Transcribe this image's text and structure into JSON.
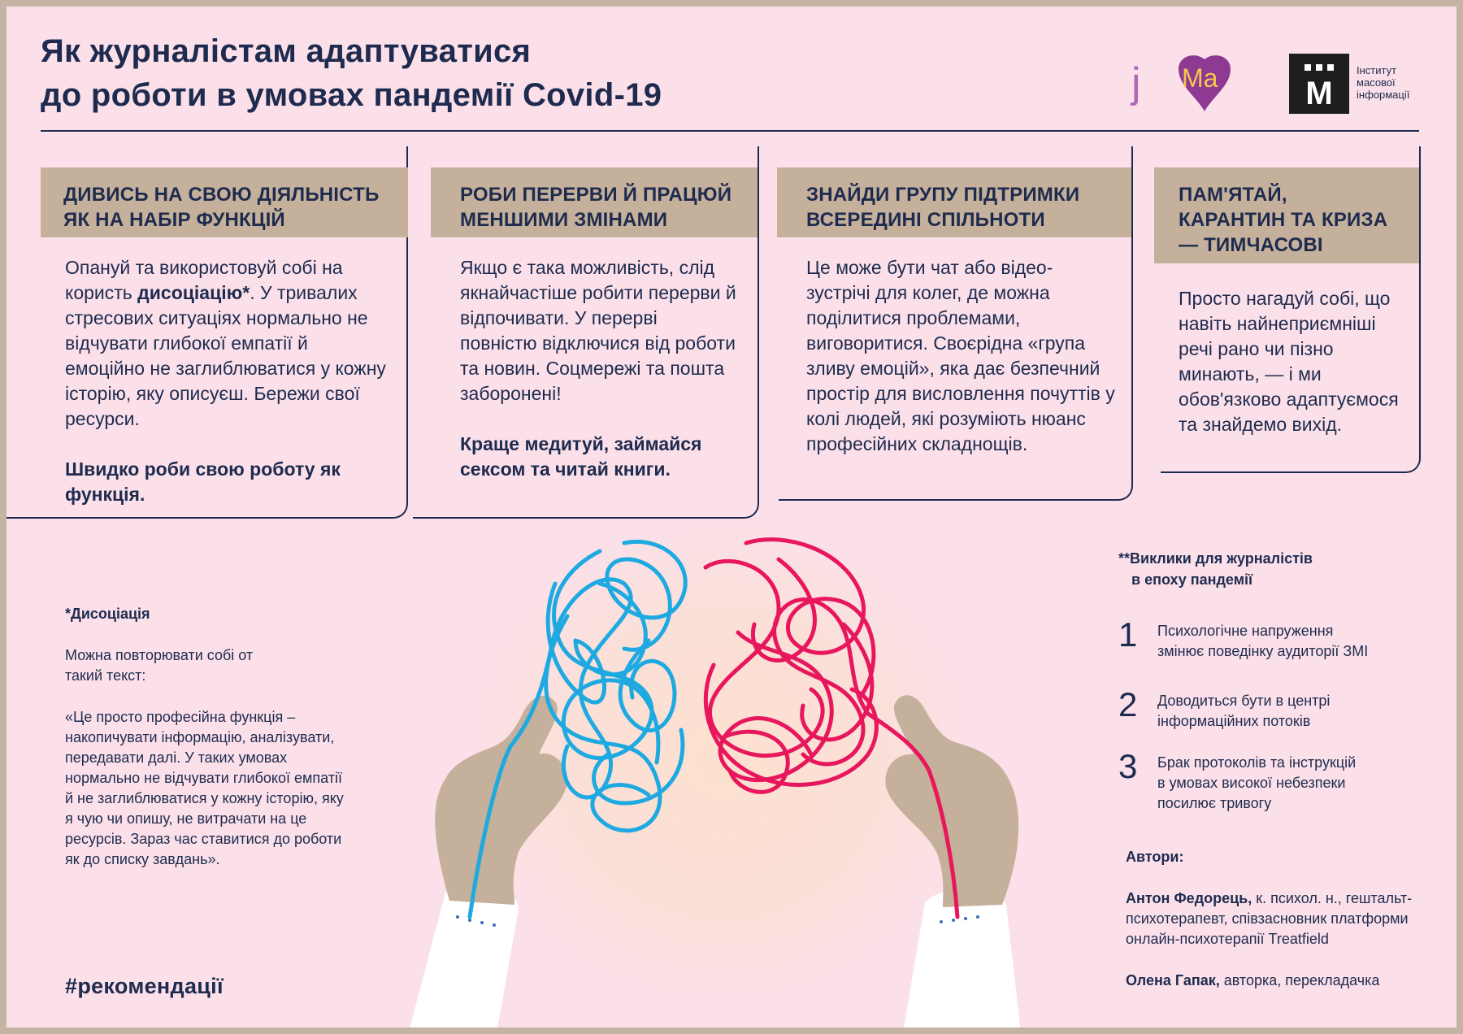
{
  "title": {
    "line1": "Як журналістам адаптуватися",
    "line2": "до роботи в умовах пандемії Covid-19"
  },
  "logos": {
    "jma": {
      "j": "j",
      "ma": "Ma"
    },
    "imi": {
      "letter": "М",
      "line1": "Інститут",
      "line2": "масової",
      "line3": "інформації"
    }
  },
  "cards": [
    {
      "heading": [
        "ДИВИСЬ НА СВОЮ ДІЯЛЬНІСТЬ",
        "ЯК НА НАБІР ФУНКЦІЙ"
      ],
      "body_pre": "Опануй та використовуй собі на користь ",
      "body_bold": "дисоціацію*",
      "body_post": ". У тривалих стресових ситуаціях нормально не відчувати глибокої емпатії й емоційно не заглиблюватися у кожну історію, яку описуєш. Бережи свої ресурси.",
      "tip": "Швидко роби свою роботу як функція."
    },
    {
      "heading": [
        "РОБИ ПЕРЕРВИ Й ПРАЦЮЙ",
        "МЕНШИМИ ЗМІНАМИ"
      ],
      "body": "Якщо є така можливість, слід якнайчастіше робити перерви й відпочивати. У перерві повністю відключися від роботи та новин. Соцмережі та пошта заборонені!",
      "tip": "Краще медитуй, займайся сексом та читай книги."
    },
    {
      "heading": [
        "ЗНАЙДИ ГРУПУ ПІДТРИМКИ",
        "ВСЕРЕДИНІ СПІЛЬНОТИ"
      ],
      "body": "Це може бути чат або відео-зустрічі для колег, де можна поділитися проблемами, виговоритися. Своєрідна «група зливу емоцій», яка дає безпечний простір для висловлення почуттів у колі людей, які розуміють нюанс професійних складнощів."
    },
    {
      "heading": [
        "ПАМ'ЯТАЙ,",
        "КАРАНТИН ТА КРИЗА",
        "— ТИМЧАСОВІ"
      ],
      "body": "Просто нагадуй собі, що навіть найнеприємніші речі рано чи пізно минають, — і ми обов'язково адаптуємося та знайдемо вихід."
    }
  ],
  "dissociation": {
    "heading": "*Дисоціація",
    "intro": "Можна повторювати собі от такий текст:",
    "quote": "«Це просто професійна функція – накопичувати інформацію, аналізувати, передавати далі. У таких умовах нормально не відчувати глибокої емпатії й не заглиблюватися у кожну історію, яку я чую чи опишу, не витрачати на це ресурсів. Зараз час ставитися до роботи як до списку завдань»."
  },
  "hashtag": "#рекомендації",
  "challenges": {
    "title": [
      "**Виклики для журналістів",
      "в епоху пандемії"
    ],
    "items": [
      {
        "num": "1",
        "lines": [
          "Психологічне напруження",
          "змінює поведінку аудиторії ЗМІ"
        ]
      },
      {
        "num": "2",
        "lines": [
          "Доводиться бути в центрі",
          "інформаційних потоків"
        ]
      },
      {
        "num": "3",
        "lines": [
          "Брак протоколів та інструкцій",
          "в умовах високої небезпеки",
          "посилює тривогу"
        ]
      }
    ]
  },
  "authors": {
    "heading": "Автори:",
    "a1_name": "Антон Федорець,",
    "a1_desc": " к. психол. н., гештальт-психотерапевт, співзасновник платформи онлайн-психотерапії Treatfield",
    "a2_name": "Олена Гапак,",
    "a2_desc": " авторка, перекладачка"
  },
  "colors": {
    "navy": "#1e2b4e",
    "tan": "#c4b09b",
    "pink_bg": "#fbe0ea",
    "thread_blue": "#1fa9e1",
    "thread_red": "#e8175d",
    "jma_purple": "#8e3a93"
  }
}
